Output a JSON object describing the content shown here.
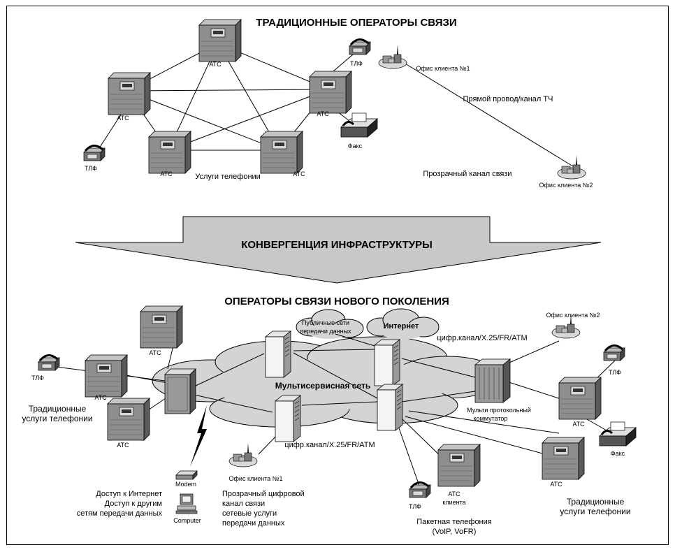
{
  "headings": {
    "traditional": "ТРАДИЦИОННЫЕ ОПЕРАТОРЫ СВЯЗИ",
    "convergence": "КОНВЕРГЕНЦИЯ ИНФРАСТРУКТУРЫ",
    "new_gen": "ОПЕРАТОРЫ СВЯЗИ НОВОГО ПОКОЛЕНИЯ"
  },
  "labels": {
    "ats": "АТС",
    "tlf": "ТЛФ",
    "fax": "Факс",
    "office1": "Офис клиента №1",
    "office2": "Офис клиента №2",
    "direct_line": "Прямой провод/канал ТЧ",
    "transparent_channel": "Прозрачный канал связи",
    "telephony_services": "Услуги телефонии",
    "public_networks_1": "Публичные сети",
    "public_networks_2": "передачи данных",
    "internet": "Интернет",
    "digital_channel": "цифр.канал/X.25/FR/ATM",
    "multiservice": "Мультисервисная сеть",
    "multiprotocol_1": "Мульти протокольный",
    "multiprotocol_2": "коммутатор",
    "traditional_services_1": "Традиционные",
    "traditional_services_2": "услуги телефонии",
    "modem": "Modem",
    "computer": "Computer",
    "access_1": "Доступ к Интернет",
    "access_2": "Доступ к другим",
    "access_3": "сетям передачи данных",
    "transparent_digital_1": "Прозрачный цифровой",
    "transparent_digital_2": "канал связи",
    "transparent_digital_3": "сетевые услуги",
    "transparent_digital_4": "передачи данных",
    "ats_client_1": "АТС",
    "ats_client_2": "клиента",
    "packet_1": "Пакетная телефония",
    "packet_2": "(VoIP, VoFR)"
  },
  "colors": {
    "ats_body": "#8e8e8e",
    "ats_dark": "#5a5a5a",
    "cloud": "#d4d4d4",
    "arrow": "#c8c8c8",
    "line": "#000000"
  }
}
